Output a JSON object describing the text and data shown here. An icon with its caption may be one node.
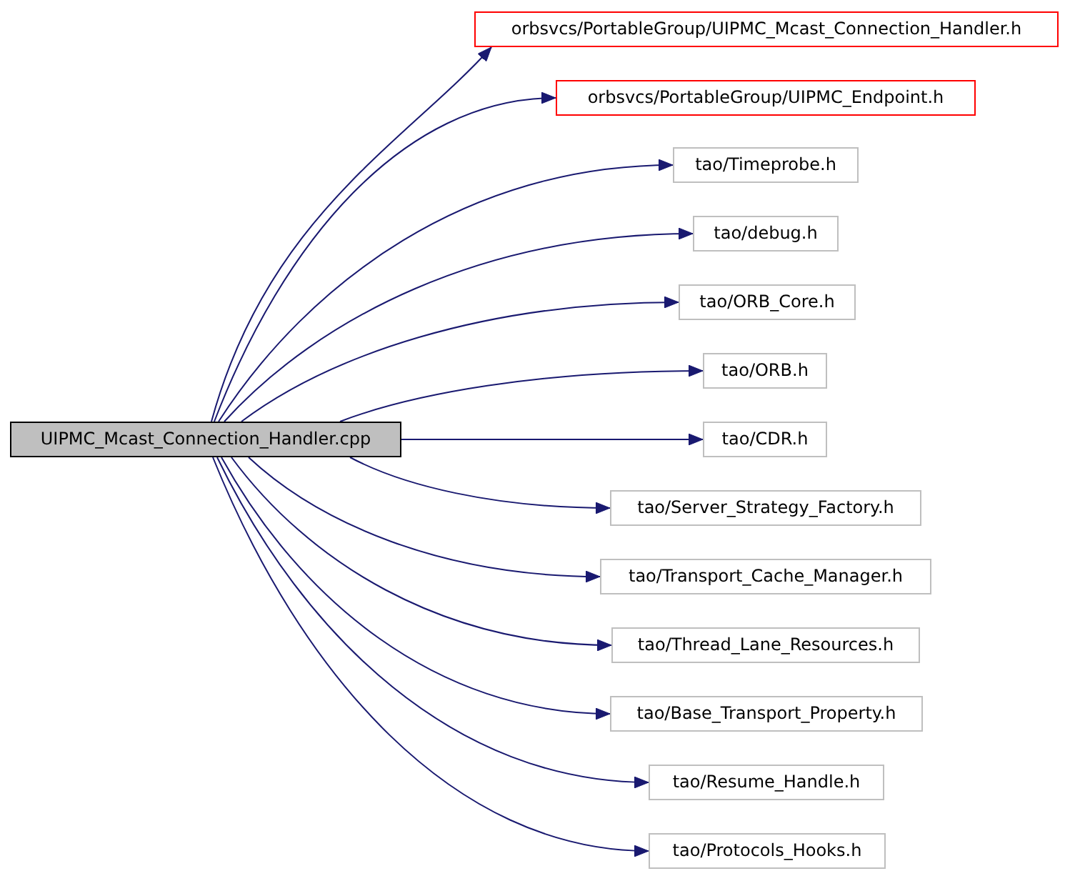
{
  "diagram": {
    "nodes": [
      {
        "text": [
          "UIPMC_Mcast_Connection_Handler.cpp"
        ]
      },
      {
        "text": [
          "orbsvcs/PortableGroup/UIPMC_Mcast_Connection_Handler.h"
        ]
      },
      {
        "text": [
          "orbsvcs/PortableGroup/UIPMC_Endpoint.h"
        ]
      },
      {
        "text": [
          "tao/Timeprobe.h"
        ]
      },
      {
        "text": [
          "tao/debug.h"
        ]
      },
      {
        "text": [
          "tao/ORB_Core.h"
        ]
      },
      {
        "text": [
          "tao/ORB.h"
        ]
      },
      {
        "text": [
          "tao/CDR.h"
        ]
      },
      {
        "text": [
          "tao/Server_Strategy_Factory.h"
        ]
      },
      {
        "text": [
          "tao/Transport_Cache_Manager.h"
        ]
      },
      {
        "text": [
          "tao/Thread_Lane_Resources.h"
        ]
      },
      {
        "text": [
          "tao/Base_Transport_Property.h"
        ]
      },
      {
        "text": [
          "tao/Resume_Handle.h"
        ]
      },
      {
        "text": [
          "tao/Protocols_Hooks.h"
        ]
      }
    ],
    "edges": [
      {
        "from": 0,
        "to": 1,
        "arrow": "to"
      },
      {
        "from": 0,
        "to": 2,
        "arrow": "to"
      },
      {
        "from": 0,
        "to": 3,
        "arrow": "to"
      },
      {
        "from": 0,
        "to": 4,
        "arrow": "to"
      },
      {
        "from": 0,
        "to": 5,
        "arrow": "to"
      },
      {
        "from": 0,
        "to": 6,
        "arrow": "to"
      },
      {
        "from": 0,
        "to": 7,
        "arrow": "to"
      },
      {
        "from": 0,
        "to": 8,
        "arrow": "to"
      },
      {
        "from": 0,
        "to": 9,
        "arrow": "to"
      },
      {
        "from": 0,
        "to": 10,
        "arrow": "to"
      },
      {
        "from": 0,
        "to": 11,
        "arrow": "to"
      },
      {
        "from": 0,
        "to": 12,
        "arrow": "to"
      },
      {
        "from": 0,
        "to": 13,
        "arrow": "to"
      }
    ]
  }
}
